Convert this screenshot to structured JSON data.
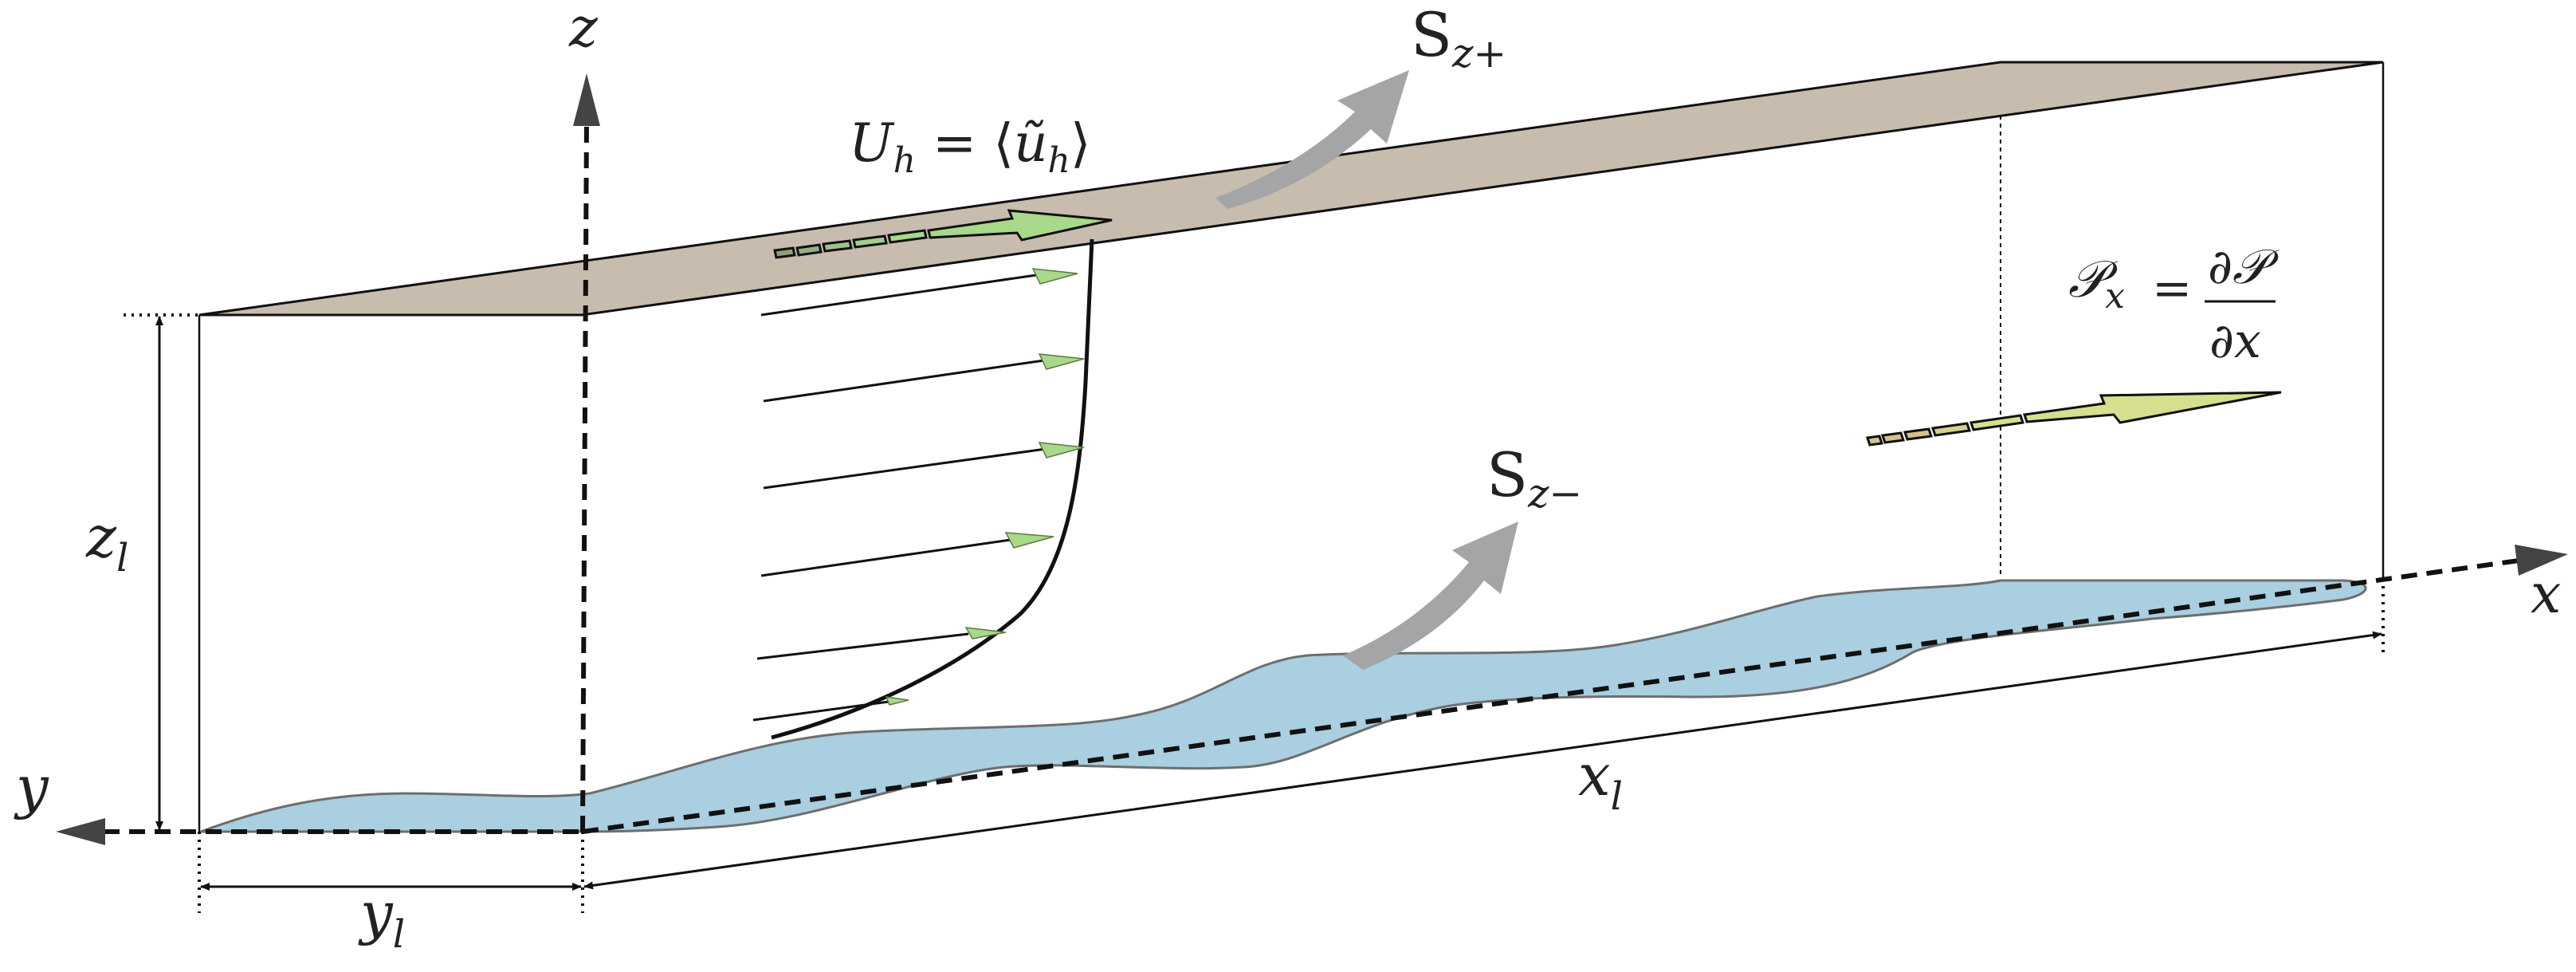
{
  "labels": {
    "z_axis": "z",
    "x_axis": "x",
    "y_axis": "y",
    "flux_top": {
      "base": "S",
      "sub": "z+"
    },
    "flux_bottom": {
      "base": "S",
      "sub": "z−"
    },
    "length_x": {
      "base": "x",
      "sub": "l"
    },
    "length_y": {
      "base": "y",
      "sub": "l"
    },
    "length_z": {
      "base": "z",
      "sub": "l"
    },
    "mean_velocity": "U_h = ⟨ũ_h⟩",
    "mean_velocity_parts": {
      "U": "U",
      "h": "h",
      "eq": " = ⟨",
      "u": "ũ",
      "close": "⟩"
    },
    "pressure_gradient": {
      "lhs": "𝒫",
      "sub": "x",
      "eq": "=",
      "num": "∂𝒫",
      "den": "∂x"
    }
  },
  "colors": {
    "top_plate": "#c8bcaf",
    "water": "#a9cfe0",
    "flux_arrow": "#a3a5a6",
    "velocity_arrow": "#a8d889",
    "pressure_arrow": "#d6df8d",
    "pressure_arrow_tail": "#d8c08a",
    "line": "#111111"
  },
  "icons": {
    "axis_arrowheads": "triangle-arrowhead",
    "flux_arrows": "curved-thick-arrow",
    "velocity_profile_arrows": "triangle-arrowhead"
  }
}
